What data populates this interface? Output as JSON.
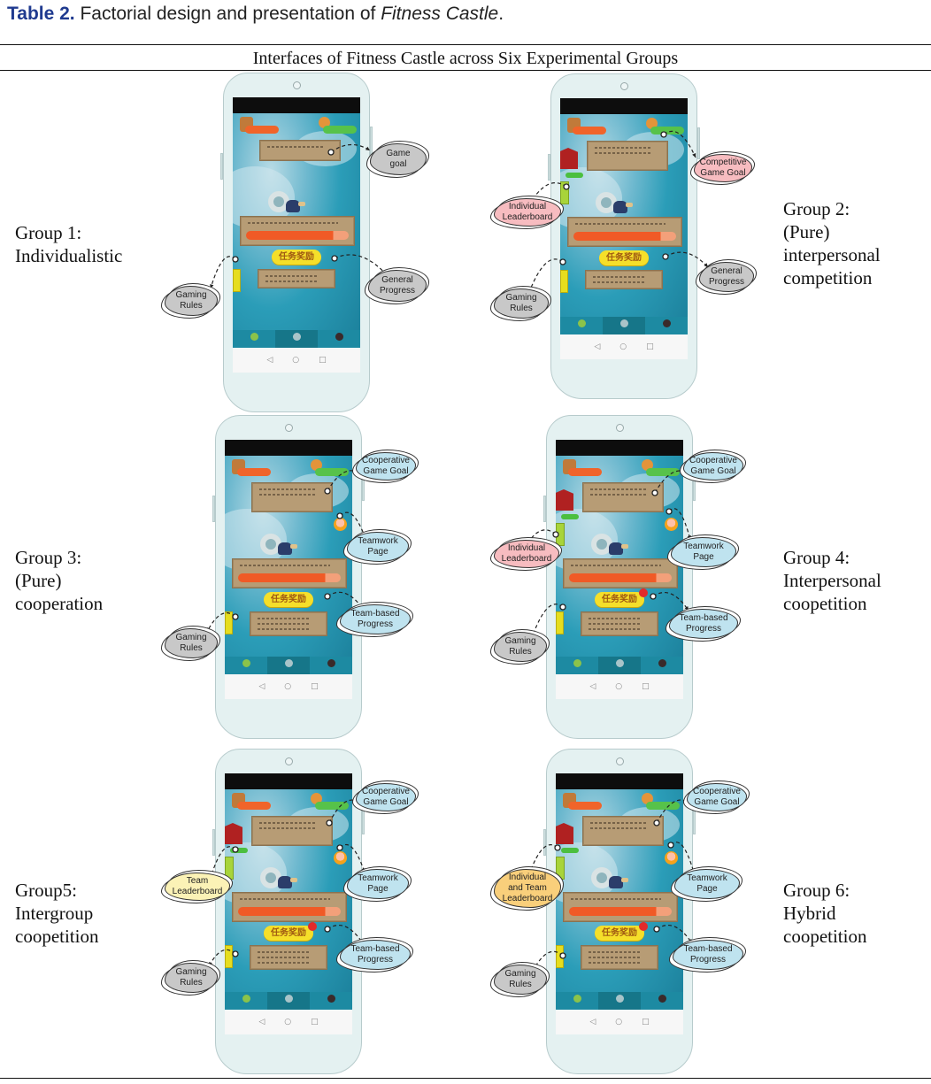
{
  "caption": {
    "label": "Table 2.",
    "text": " Factorial design and presentation of ",
    "title_italic": "Fitness Castle",
    "end": "."
  },
  "table_header": "Interfaces of Fitness Castle across Six Experimental Groups",
  "app": {
    "reward_button_label": "任务奖励",
    "nav_back_icon": "◁",
    "nav_home_icon": "○",
    "nav_recent_icon": "□"
  },
  "callout_colors": {
    "rules": "#c8c8c8",
    "competitive": "#f7bcc0",
    "cooperative": "#bfe3ef",
    "team_leaderboard": "#fbf2b6",
    "hybrid_leaderboard": "#f9cf7b"
  },
  "groups": [
    {
      "label_lines": [
        "Group 1:",
        "Individualistic"
      ],
      "callouts": {
        "goal": [
          "Game",
          "goal"
        ],
        "progress": [
          "General",
          "Progress"
        ],
        "rules": [
          "Gaming",
          "Rules"
        ]
      }
    },
    {
      "label_lines": [
        "Group 2:",
        "(Pure)",
        "interpersonal",
        "competition"
      ],
      "callouts": {
        "goal": [
          "Competitive",
          "Game Goal"
        ],
        "leaderboard": [
          "Individual",
          "Leaderboard"
        ],
        "progress": [
          "General",
          "Progress"
        ],
        "rules": [
          "Gaming",
          "Rules"
        ]
      }
    },
    {
      "label_lines": [
        "Group 3:",
        "(Pure)",
        "cooperation"
      ],
      "callouts": {
        "goal": [
          "Cooperative",
          "Game Goal"
        ],
        "team_page": [
          "Teamwork",
          "Page"
        ],
        "progress": [
          "Team-based",
          "Progress"
        ],
        "rules": [
          "Gaming",
          "Rules"
        ]
      }
    },
    {
      "label_lines": [
        "Group 4:",
        "Interpersonal",
        "coopetition"
      ],
      "callouts": {
        "goal": [
          "Cooperative",
          "Game Goal"
        ],
        "leaderboard": [
          "Individual",
          "Leaderboard"
        ],
        "team_page": [
          "Teamwork",
          "Page"
        ],
        "progress": [
          "Team-based",
          "Progress"
        ],
        "rules": [
          "Gaming",
          "Rules"
        ]
      }
    },
    {
      "label_lines": [
        "Group5:",
        "Intergroup",
        "coopetition"
      ],
      "callouts": {
        "goal": [
          "Cooperative",
          "Game Goal"
        ],
        "leaderboard": [
          "Team",
          "Leaderboard"
        ],
        "team_page": [
          "Teamwork",
          "Page"
        ],
        "progress": [
          "Team-based",
          "Progress"
        ],
        "rules": [
          "Gaming",
          "Rules"
        ]
      }
    },
    {
      "label_lines": [
        "Group 6:",
        "Hybrid",
        "coopetition"
      ],
      "callouts": {
        "goal": [
          "Cooperative",
          "Game Goal"
        ],
        "leaderboard": [
          "Individual",
          "and Team",
          "Leaderboard"
        ],
        "team_page": [
          "Teamwork",
          "Page"
        ],
        "progress": [
          "Team-based",
          "Progress"
        ],
        "rules": [
          "Gaming",
          "Rules"
        ]
      }
    }
  ]
}
